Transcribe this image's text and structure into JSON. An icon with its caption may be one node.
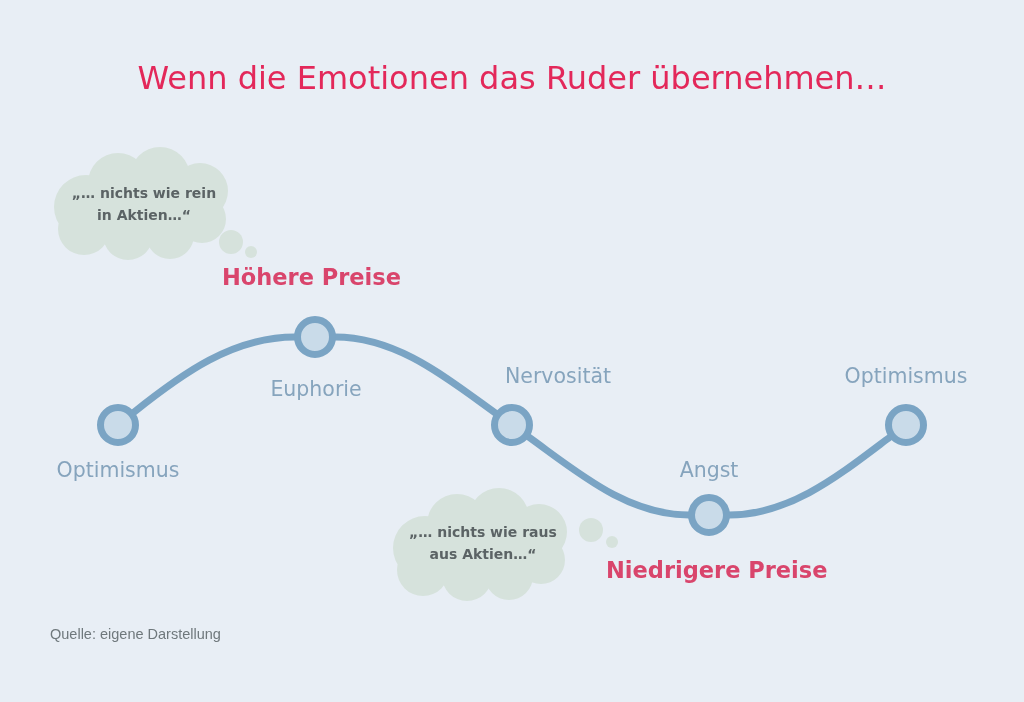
{
  "diagram": {
    "title": "Wenn die Emotionen das Ruder übernehmen…",
    "caption": "Quelle: eigene Darstellung",
    "nodes": [
      {
        "text": [
          "„… nichts wie rein in Aktien…“"
        ]
      },
      {
        "text": [],
        "shape": "circle",
        "beside": [
          "Optimismus"
        ]
      },
      {
        "text": [],
        "shape": "circle",
        "beside": [
          "Euphorie"
        ]
      },
      {
        "text": [],
        "shape": "circle",
        "beside": [
          "Nervosität"
        ]
      },
      {
        "text": [],
        "shape": "circle",
        "beside": [
          "Angst"
        ]
      },
      {
        "text": [],
        "shape": "circle",
        "beside": [
          "Optimismus"
        ]
      },
      {
        "text": [
          "„… nichts wie raus aus Aktien…“"
        ]
      }
    ],
    "edges": [
      {
        "from": 1,
        "to": 2,
        "arrow": "none"
      },
      {
        "from": 2,
        "to": 3,
        "arrow": "none"
      },
      {
        "from": 3,
        "to": 4,
        "arrow": "none"
      },
      {
        "from": 4,
        "to": 5,
        "arrow": "none"
      }
    ],
    "labels": [
      "Höhere Preise",
      "Niedrigere Preise"
    ]
  }
}
